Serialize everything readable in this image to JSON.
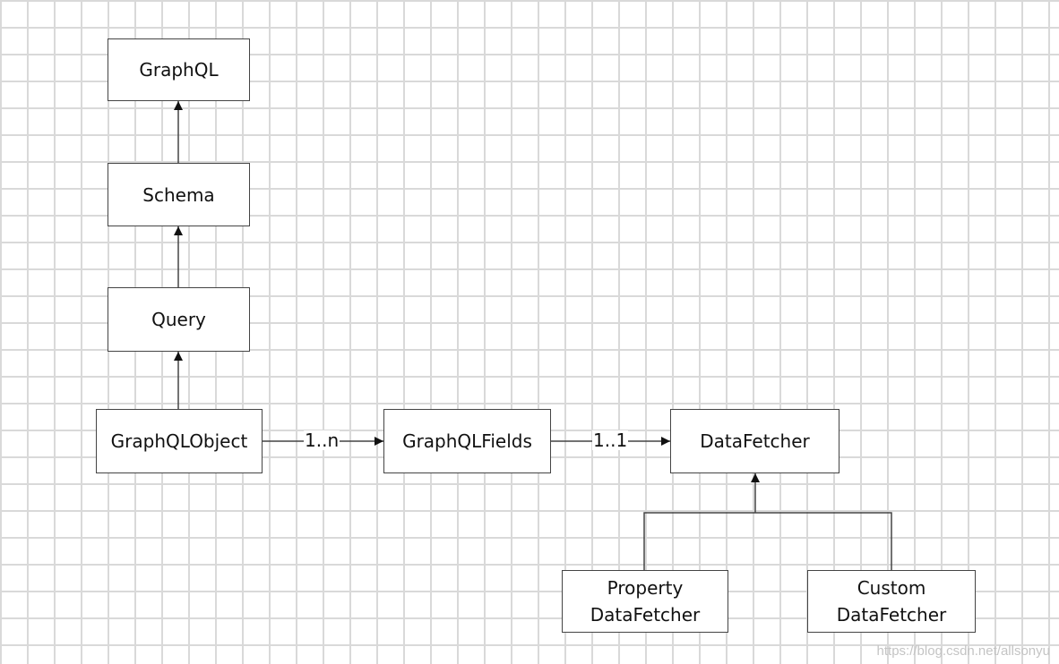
{
  "diagram": {
    "nodes": {
      "graphql": {
        "label": "GraphQL"
      },
      "schema": {
        "label": "Schema"
      },
      "query": {
        "label": "Query"
      },
      "graphql_object": {
        "label": "GraphQLObject"
      },
      "graphql_fields": {
        "label": "GraphQLFields"
      },
      "data_fetcher": {
        "label": "DataFetcher"
      },
      "property_data_fetcher": {
        "label_line1": "Property",
        "label_line2": "DataFetcher"
      },
      "custom_data_fetcher": {
        "label_line1": "Custom",
        "label_line2": "DataFetcher"
      }
    },
    "edges": [
      {
        "from": "Schema",
        "to": "GraphQL",
        "label": ""
      },
      {
        "from": "Query",
        "to": "Schema",
        "label": ""
      },
      {
        "from": "GraphQLObject",
        "to": "Query",
        "label": ""
      },
      {
        "from": "GraphQLObject",
        "to": "GraphQLFields",
        "label": "1..n"
      },
      {
        "from": "GraphQLFields",
        "to": "DataFetcher",
        "label": "1..1"
      },
      {
        "from": "Property DataFetcher",
        "to": "DataFetcher",
        "label": ""
      },
      {
        "from": "Custom DataFetcher",
        "to": "DataFetcher",
        "label": ""
      }
    ],
    "colors": {
      "grid": "#d9d9d9",
      "line": "#444444",
      "text": "#111111"
    }
  },
  "watermark": "https://blog.csdn.net/allsonyu"
}
